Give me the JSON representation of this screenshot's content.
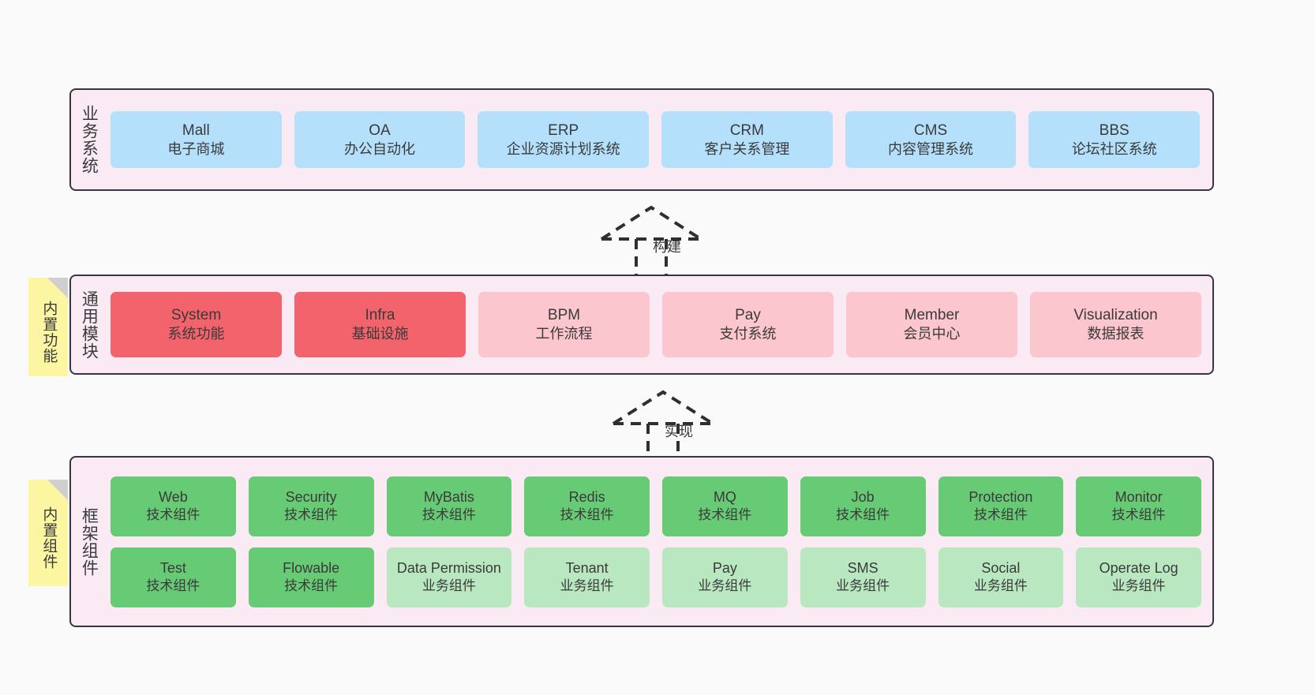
{
  "diagram": {
    "background_color": "#fafafa",
    "panel_color": "#f9eaf4",
    "panel_border_color": "#3a3440",
    "sticky_color": "#fcf6a2"
  },
  "layers": [
    {
      "id": "business",
      "title": "业务系统",
      "rows": [
        {
          "cards": [
            {
              "en": "Mall",
              "cn": "电子商城",
              "color": "#b5e0fb",
              "style": "c-blue"
            },
            {
              "en": "OA",
              "cn": "办公自动化",
              "color": "#b5e0fb",
              "style": "c-blue"
            },
            {
              "en": "ERP",
              "cn": "企业资源计划系统",
              "color": "#b5e0fb",
              "style": "c-blue"
            },
            {
              "en": "CRM",
              "cn": "客户关系管理",
              "color": "#b5e0fb",
              "style": "c-blue"
            },
            {
              "en": "CMS",
              "cn": "内容管理系统",
              "color": "#b5e0fb",
              "style": "c-blue"
            },
            {
              "en": "BBS",
              "cn": "论坛社区系统",
              "color": "#b5e0fb",
              "style": "c-blue"
            }
          ]
        }
      ]
    },
    {
      "id": "common",
      "title": "通用模块",
      "sticky": "内置功能",
      "rows": [
        {
          "cards": [
            {
              "en": "System",
              "cn": "系统功能",
              "color": "#f2636c",
              "style": "c-red"
            },
            {
              "en": "Infra",
              "cn": "基础设施",
              "color": "#f2636c",
              "style": "c-red"
            },
            {
              "en": "BPM",
              "cn": "工作流程",
              "color": "#fcc6ce",
              "style": "c-pink"
            },
            {
              "en": "Pay",
              "cn": "支付系统",
              "color": "#fcc6ce",
              "style": "c-pink"
            },
            {
              "en": "Member",
              "cn": "会员中心",
              "color": "#fcc6ce",
              "style": "c-pink"
            },
            {
              "en": "Visualization",
              "cn": "数据报表",
              "color": "#fcc6ce",
              "style": "c-pink"
            }
          ]
        }
      ]
    },
    {
      "id": "framework",
      "title": "框架组件",
      "sticky": "内置组件",
      "rows": [
        {
          "cards": [
            {
              "en": "Web",
              "cn": "技术组件",
              "color": "#67ca74",
              "style": "c-green"
            },
            {
              "en": "Security",
              "cn": "技术组件",
              "color": "#67ca74",
              "style": "c-green"
            },
            {
              "en": "MyBatis",
              "cn": "技术组件",
              "color": "#67ca74",
              "style": "c-green"
            },
            {
              "en": "Redis",
              "cn": "技术组件",
              "color": "#67ca74",
              "style": "c-green"
            },
            {
              "en": "MQ",
              "cn": "技术组件",
              "color": "#67ca74",
              "style": "c-green"
            },
            {
              "en": "Job",
              "cn": "技术组件",
              "color": "#67ca74",
              "style": "c-green"
            },
            {
              "en": "Protection",
              "cn": "技术组件",
              "color": "#67ca74",
              "style": "c-green"
            },
            {
              "en": "Monitor",
              "cn": "技术组件",
              "color": "#67ca74",
              "style": "c-green"
            }
          ]
        },
        {
          "cards": [
            {
              "en": "Test",
              "cn": "技术组件",
              "color": "#67ca74",
              "style": "c-green"
            },
            {
              "en": "Flowable",
              "cn": "技术组件",
              "color": "#67ca74",
              "style": "c-green"
            },
            {
              "en": "Data Permission",
              "cn": "业务组件",
              "color": "#b9e7c0",
              "style": "c-lightgreen"
            },
            {
              "en": "Tenant",
              "cn": "业务组件",
              "color": "#b9e7c0",
              "style": "c-lightgreen"
            },
            {
              "en": "Pay",
              "cn": "业务组件",
              "color": "#b9e7c0",
              "style": "c-lightgreen"
            },
            {
              "en": "SMS",
              "cn": "业务组件",
              "color": "#b9e7c0",
              "style": "c-lightgreen"
            },
            {
              "en": "Social",
              "cn": "业务组件",
              "color": "#b9e7c0",
              "style": "c-lightgreen"
            },
            {
              "en": "Operate Log",
              "cn": "业务组件",
              "color": "#b9e7c0",
              "style": "c-lightgreen"
            }
          ]
        }
      ]
    }
  ],
  "arrows": [
    {
      "id": "build",
      "label": "构建",
      "from": "common",
      "to": "business",
      "style": "dashed-hollow"
    },
    {
      "id": "implement",
      "label": "实现",
      "from": "framework",
      "to": "common",
      "style": "dashed-hollow"
    }
  ]
}
